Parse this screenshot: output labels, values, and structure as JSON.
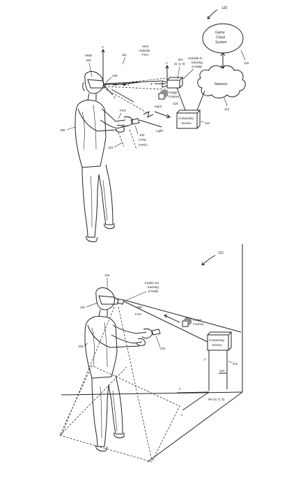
{
  "fig1": {
    "ref": "120",
    "hmd": "HMD",
    "hmd_num": "104",
    "n_108": "108",
    "n_111": "111",
    "hhc_l1": "HHC",
    "hhc_l2": "Outside",
    "hhc_l3": "FOV",
    "axis_y": "Y",
    "axis_z": "Z",
    "axis_x": "X",
    "axis_y2": "Y",
    "axis_z2": "Z",
    "rh_l1": "RH",
    "rh_l2": "(0, 0, 0)",
    "outside_l1": "Outside-in",
    "outside_l2": "tracking",
    "outside_l3": "of HMD",
    "image_l1": "Image",
    "image_l2": "Frames",
    "n_118": "118",
    "game_l1": "Game",
    "game_l2": "Cloud",
    "game_l3": "System",
    "n_116": "116",
    "network": "Network",
    "n_114": "114",
    "comp_l1": "Computing",
    "comp_l2": "Device",
    "n_112": "112",
    "fov": "FOV",
    "input": "Input",
    "light": "Light",
    "n_102": "102",
    "ctrl_l1": "CTRL",
    "ctrl_l2": "(HHC)",
    "n_110": "110",
    "n_106": "106"
  },
  "fig2": {
    "ref": "121",
    "n_104": "104",
    "inside_l1": "Inside-out",
    "inside_l2": "tracking",
    "inside_l3": "of HMD",
    "n_110": "110",
    "n_108": "108",
    "fov": "FOV",
    "image_l1": "Image",
    "image_l2": "Frames",
    "n_106": "106",
    "n_102": "102",
    "comp_l1": "Computing",
    "comp_l2": "Device",
    "axis_y": "y",
    "n_123": "123",
    "n_112": "112",
    "axis_z": "z",
    "rh": "RH (0, 0, 0)",
    "axis_x": "x"
  }
}
